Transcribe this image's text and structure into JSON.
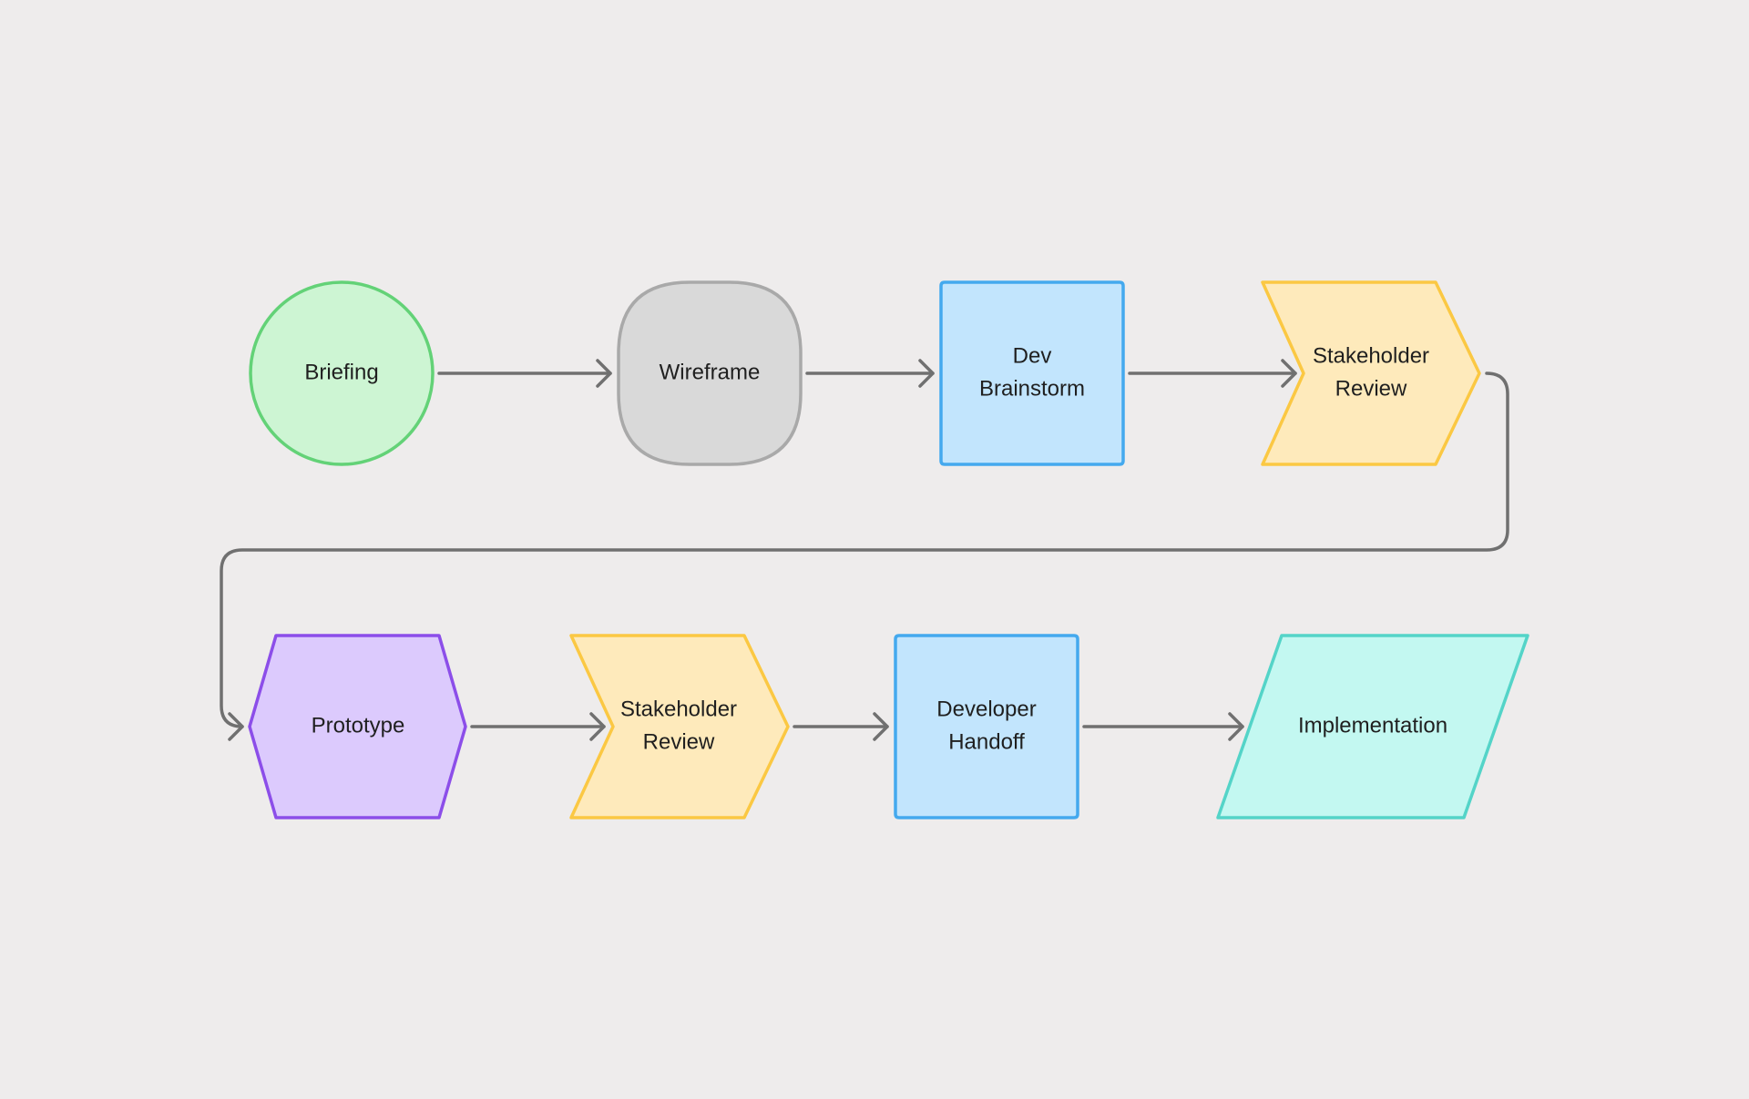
{
  "colors": {
    "background": "#eeecec",
    "connector": "#707070",
    "start_fill": "#cdf5d3",
    "start_stroke": "#63d277",
    "neutral_fill": "#d9d9d9",
    "neutral_stroke": "#a9a9a9",
    "blue_fill": "#c2e5fd",
    "blue_stroke": "#44a9ee",
    "yellow_fill": "#feeabb",
    "yellow_stroke": "#fbc843",
    "purple_fill": "#dccafd",
    "purple_stroke": "#8c4ee9",
    "teal_fill": "#c3f8f1",
    "teal_stroke": "#54d4c8"
  },
  "nodes": [
    {
      "id": "briefing",
      "label_lines": [
        "Briefing"
      ],
      "shape": "circle",
      "fill_key": "start"
    },
    {
      "id": "wireframe",
      "label_lines": [
        "Wireframe"
      ],
      "shape": "rounded-square",
      "fill_key": "neutral"
    },
    {
      "id": "dev-brainstorm",
      "label_lines": [
        "Dev",
        "Brainstorm"
      ],
      "shape": "square",
      "fill_key": "blue"
    },
    {
      "id": "stakeholder-review-1",
      "label_lines": [
        "Stakeholder",
        "Review"
      ],
      "shape": "chevron",
      "fill_key": "yellow"
    },
    {
      "id": "prototype",
      "label_lines": [
        "Prototype"
      ],
      "shape": "hexagon",
      "fill_key": "purple"
    },
    {
      "id": "stakeholder-review-2",
      "label_lines": [
        "Stakeholder",
        "Review"
      ],
      "shape": "chevron",
      "fill_key": "yellow"
    },
    {
      "id": "developer-handoff",
      "label_lines": [
        "Developer",
        "Handoff"
      ],
      "shape": "square",
      "fill_key": "blue"
    },
    {
      "id": "implementation",
      "label_lines": [
        "Implementation"
      ],
      "shape": "parallelogram",
      "fill_key": "teal"
    }
  ],
  "edges": [
    {
      "from": "briefing",
      "to": "wireframe"
    },
    {
      "from": "wireframe",
      "to": "dev-brainstorm"
    },
    {
      "from": "dev-brainstorm",
      "to": "stakeholder-review-1"
    },
    {
      "from": "stakeholder-review-1",
      "to": "prototype"
    },
    {
      "from": "prototype",
      "to": "stakeholder-review-2"
    },
    {
      "from": "stakeholder-review-2",
      "to": "developer-handoff"
    },
    {
      "from": "developer-handoff",
      "to": "implementation"
    }
  ]
}
